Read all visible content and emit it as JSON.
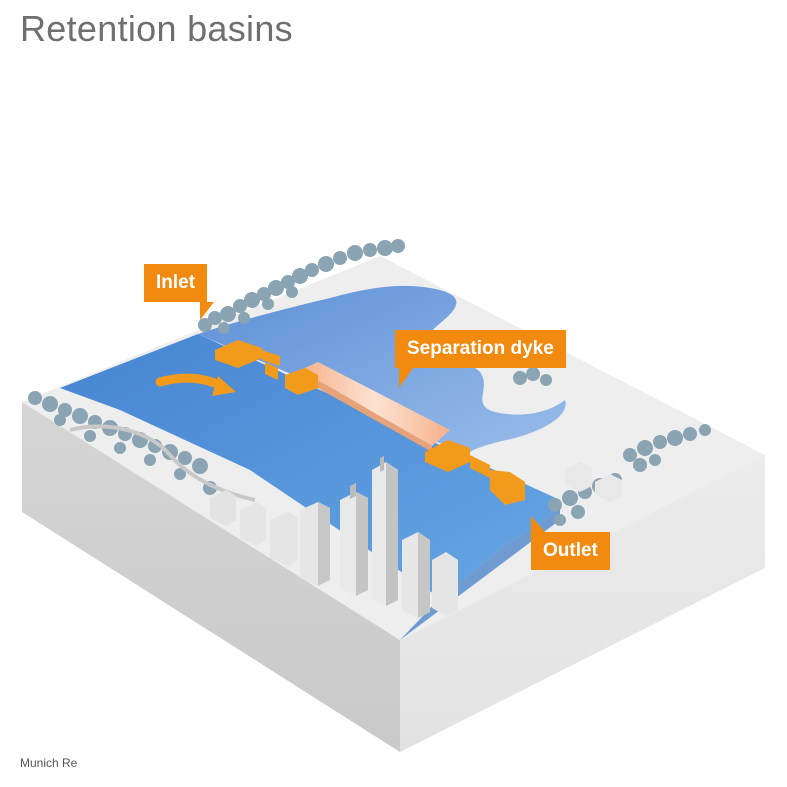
{
  "title": "Retention basins",
  "credit": "Munich Re",
  "labels": {
    "inlet": "Inlet",
    "separation_dyke": "Separation dyke",
    "outlet": "Outlet"
  },
  "colors": {
    "accent": "#f28a0f",
    "water": "#4a8fd6",
    "basin_water": "#6f9fe0",
    "terrain": "#eeeeee",
    "block_side": "#d9d9d9",
    "dyke": "#f7c7a8"
  }
}
